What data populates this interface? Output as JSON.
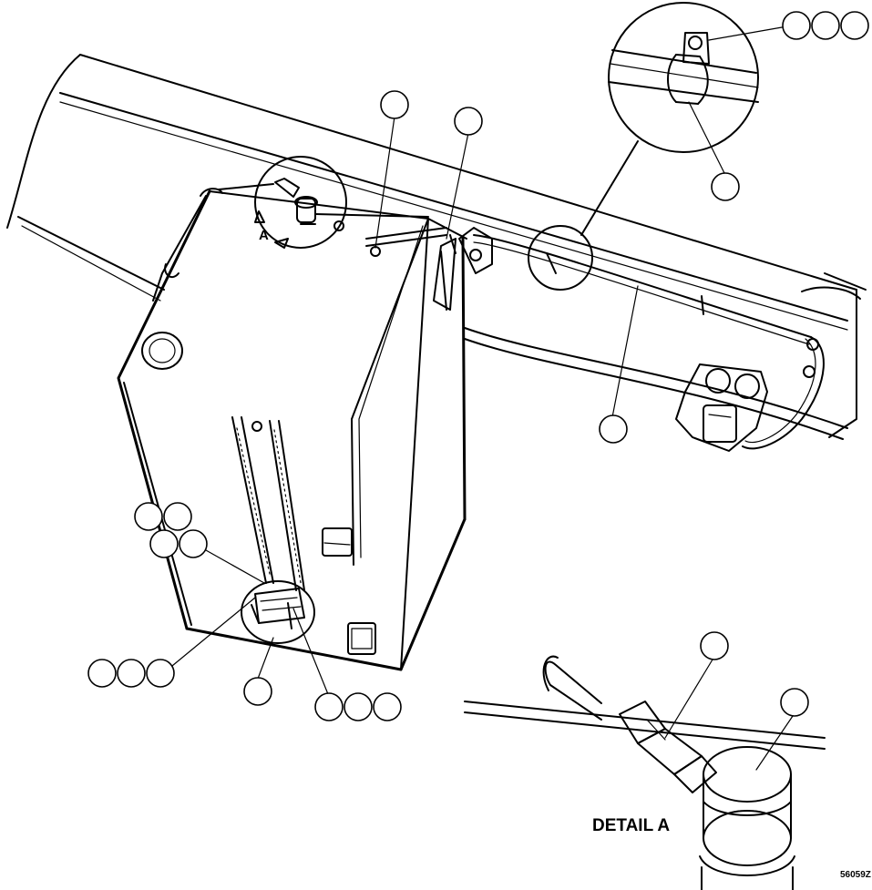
{
  "labels": {
    "view_marker": "A",
    "detail_title": "DETAIL A",
    "figure_number": "56059Z"
  }
}
